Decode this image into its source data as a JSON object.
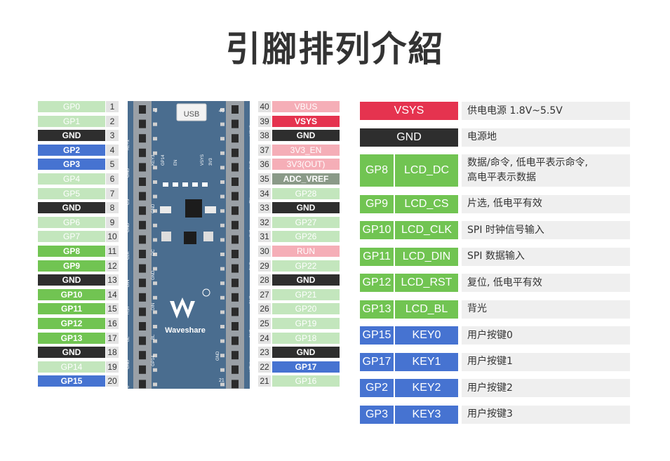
{
  "title": "引腳排列介紹",
  "left_pins": [
    {
      "num": "1",
      "label": "GP0",
      "color": "lt"
    },
    {
      "num": "2",
      "label": "GP1",
      "color": "lt"
    },
    {
      "num": "3",
      "label": "GND",
      "color": "gnd"
    },
    {
      "num": "4",
      "label": "GP2",
      "color": "blue"
    },
    {
      "num": "5",
      "label": "GP3",
      "color": "blue"
    },
    {
      "num": "6",
      "label": "GP4",
      "color": "lt"
    },
    {
      "num": "7",
      "label": "GP5",
      "color": "lt"
    },
    {
      "num": "8",
      "label": "GND",
      "color": "gnd"
    },
    {
      "num": "9",
      "label": "GP6",
      "color": "lt"
    },
    {
      "num": "10",
      "label": "GP7",
      "color": "lt"
    },
    {
      "num": "11",
      "label": "GP8",
      "color": "green"
    },
    {
      "num": "12",
      "label": "GP9",
      "color": "green"
    },
    {
      "num": "13",
      "label": "GND",
      "color": "gnd"
    },
    {
      "num": "14",
      "label": "GP10",
      "color": "green"
    },
    {
      "num": "15",
      "label": "GP11",
      "color": "green"
    },
    {
      "num": "16",
      "label": "GP12",
      "color": "green"
    },
    {
      "num": "17",
      "label": "GP13",
      "color": "green"
    },
    {
      "num": "18",
      "label": "GND",
      "color": "gnd"
    },
    {
      "num": "19",
      "label": "GP14",
      "color": "lt"
    },
    {
      "num": "20",
      "label": "GP15",
      "color": "blue"
    }
  ],
  "right_pins": [
    {
      "num": "40",
      "label": "VBUS",
      "color": "pink"
    },
    {
      "num": "39",
      "label": "VSYS",
      "color": "red"
    },
    {
      "num": "38",
      "label": "GND",
      "color": "gnd"
    },
    {
      "num": "37",
      "label": "3V3_EN",
      "color": "pink"
    },
    {
      "num": "36",
      "label": "3V3(OUT)",
      "color": "pink"
    },
    {
      "num": "35",
      "label": "ADC_VREF",
      "color": "gray"
    },
    {
      "num": "34",
      "label": "GP28",
      "color": "lt"
    },
    {
      "num": "33",
      "label": "GND",
      "color": "gnd"
    },
    {
      "num": "32",
      "label": "GP27",
      "color": "lt"
    },
    {
      "num": "31",
      "label": "GP26",
      "color": "lt"
    },
    {
      "num": "30",
      "label": "RUN",
      "color": "pink"
    },
    {
      "num": "29",
      "label": "GP22",
      "color": "lt"
    },
    {
      "num": "28",
      "label": "GND",
      "color": "gnd"
    },
    {
      "num": "27",
      "label": "GP21",
      "color": "lt"
    },
    {
      "num": "26",
      "label": "GP20",
      "color": "lt"
    },
    {
      "num": "25",
      "label": "GP19",
      "color": "lt"
    },
    {
      "num": "24",
      "label": "GP18",
      "color": "lt"
    },
    {
      "num": "23",
      "label": "GND",
      "color": "gnd"
    },
    {
      "num": "22",
      "label": "GP17",
      "color": "blue"
    },
    {
      "num": "21",
      "label": "GP16",
      "color": "lt"
    }
  ],
  "board": {
    "usb": "USB",
    "brand": "Waveshare",
    "left_silk": [
      "KEY2",
      "GND",
      "CS",
      "GND",
      "CLK",
      "DIN",
      "RST",
      "BL",
      "GND",
      "KEY0"
    ],
    "right_silk": [
      "VSYS",
      "GND",
      "EN",
      "3V3",
      "GND",
      "GND",
      "GND",
      "KEY1"
    ],
    "inner_silk": [
      "KEY3",
      "GP14",
      "EN",
      "VSYS",
      "3V3",
      "GND",
      "DC",
      "GND",
      "DIN",
      "BL",
      "GP14",
      "GND"
    ],
    "corner_nums": [
      "1",
      "40",
      "21"
    ]
  },
  "table": [
    {
      "gp": "",
      "fn": "VSYS",
      "color": "red",
      "desc": [
        "供电电源 1.8V~5.5V"
      ]
    },
    {
      "gp": "",
      "fn": "GND",
      "color": "gnd",
      "desc": [
        "电源地"
      ]
    },
    {
      "gp": "GP8",
      "fn": "LCD_DC",
      "color": "green",
      "desc": [
        "数据/命令, 低电平表示命令,",
        "高电平表示数据"
      ]
    },
    {
      "gp": "GP9",
      "fn": "LCD_CS",
      "color": "green",
      "desc": [
        "片选, 低电平有效"
      ]
    },
    {
      "gp": "GP10",
      "fn": "LCD_CLK",
      "color": "green",
      "desc": [
        "SPI 时钟信号输入"
      ]
    },
    {
      "gp": "GP11",
      "fn": "LCD_DIN",
      "color": "green",
      "desc": [
        "SPI 数据输入"
      ]
    },
    {
      "gp": "GP12",
      "fn": "LCD_RST",
      "color": "green",
      "desc": [
        "复位, 低电平有效"
      ]
    },
    {
      "gp": "GP13",
      "fn": "LCD_BL",
      "color": "green",
      "desc": [
        "背光"
      ]
    },
    {
      "gp": "GP15",
      "fn": "KEY0",
      "color": "blue",
      "desc": [
        "用户按键0"
      ]
    },
    {
      "gp": "GP17",
      "fn": "KEY1",
      "color": "blue",
      "desc": [
        "用户按键1"
      ]
    },
    {
      "gp": "GP2",
      "fn": "KEY2",
      "color": "blue",
      "desc": [
        "用户按键2"
      ]
    },
    {
      "gp": "GP3",
      "fn": "KEY3",
      "color": "blue",
      "desc": [
        "用户按键3"
      ]
    }
  ]
}
